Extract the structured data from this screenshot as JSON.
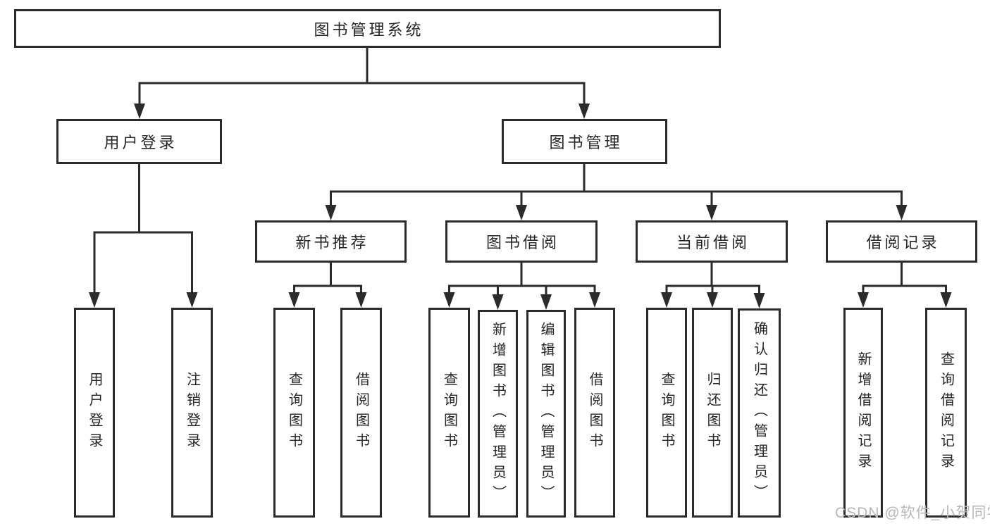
{
  "tree": {
    "label": "图书管理系统",
    "children": [
      {
        "label": "用户登录",
        "children": [
          {
            "label": "用户登录"
          },
          {
            "label": "注销登录"
          }
        ]
      },
      {
        "label": "图书管理",
        "children": [
          {
            "label": "新书推荐",
            "children": [
              {
                "label": "查询图书"
              },
              {
                "label": "借阅图书"
              }
            ]
          },
          {
            "label": "图书借阅",
            "children": [
              {
                "label": "查询图书"
              },
              {
                "label": "新增图书（管理员）"
              },
              {
                "label": "编辑图书（管理员）"
              },
              {
                "label": "借阅图书"
              }
            ]
          },
          {
            "label": "当前借阅",
            "children": [
              {
                "label": "查询图书"
              },
              {
                "label": "归还图书"
              },
              {
                "label": "确认归还（管理员）"
              }
            ]
          },
          {
            "label": "借阅记录",
            "children": [
              {
                "label": "新增借阅记录"
              },
              {
                "label": "查询借阅记录"
              }
            ]
          }
        ]
      }
    ]
  },
  "watermark": {
    "text": "CSDN @软件_小贺同学",
    "color": "#b7b7b7"
  },
  "colors": {
    "line": "#2b2b2b",
    "text": "#262626",
    "background": "#ffffff"
  }
}
